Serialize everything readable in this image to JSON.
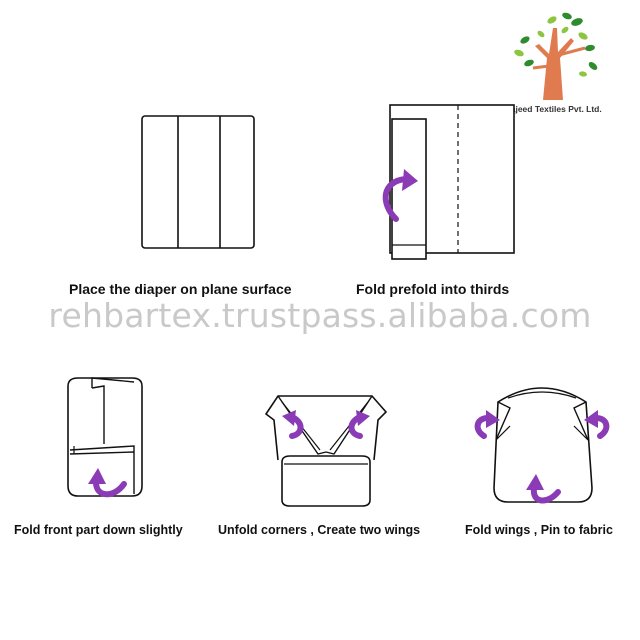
{
  "brand": {
    "company_name": "Rehbar Majeed Textiles Pvt. Ltd.",
    "logo_icon": "tree-logo-icon",
    "trunk_color": "#e07b50",
    "leaf_color": "#2e8b2e"
  },
  "watermark": "rehbartex.trustpass.alibaba.com",
  "arrow_color": "#8a3bb5",
  "steps": [
    {
      "caption": "Place the diaper on plane surface",
      "icon": "flat-diaper-icon"
    },
    {
      "caption": "Fold prefold into thirds",
      "icon": "fold-thirds-icon"
    },
    {
      "caption": "Fold front part down slightly",
      "icon": "fold-front-icon"
    },
    {
      "caption": "Unfold corners , Create two wings",
      "icon": "wings-icon"
    },
    {
      "caption": "Fold wings , Pin to fabric",
      "icon": "pin-wings-icon"
    }
  ]
}
